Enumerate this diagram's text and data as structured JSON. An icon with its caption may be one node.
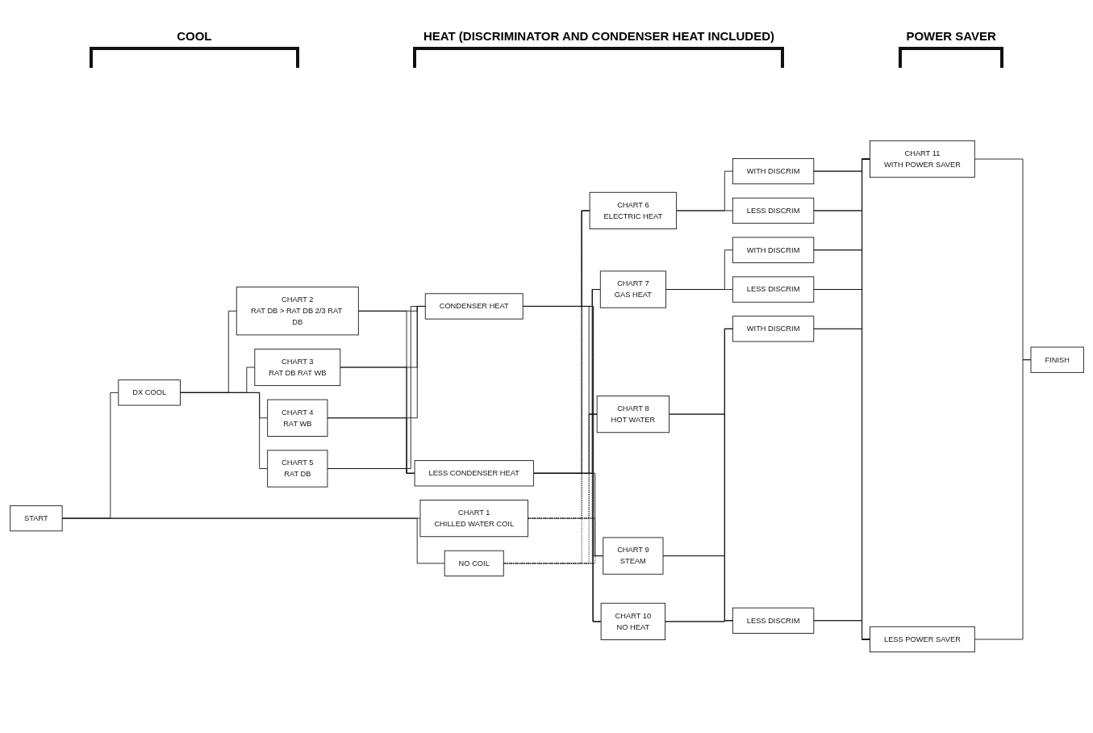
{
  "diagram": {
    "nodes": [
      {
        "text": [
          "START"
        ]
      },
      {
        "text": [
          "DX COOL"
        ]
      },
      {
        "text": [
          "CHART 2",
          "RAT DB > RAT DB 2/3 RAT DB"
        ]
      },
      {
        "text": [
          "CHART 3",
          "RAT DB RAT WB"
        ]
      },
      {
        "text": [
          "CHART 4",
          "RAT WB"
        ]
      },
      {
        "text": [
          "CHART 5",
          "RAT DB"
        ]
      },
      {
        "text": [
          "CHART 1",
          "CHILLED WATER COIL"
        ]
      },
      {
        "text": [
          "NO COIL"
        ]
      },
      {
        "text": [
          "CONDENSER HEAT"
        ]
      },
      {
        "text": [
          "LESS CONDENSER HEAT"
        ]
      },
      {
        "text": [
          "CHART 6",
          "ELECTRIC HEAT"
        ]
      },
      {
        "text": [
          "CHART 7",
          "GAS HEAT"
        ]
      },
      {
        "text": [
          "CHART 8",
          "HOT WATER"
        ]
      },
      {
        "text": [
          "CHART 9",
          "STEAM"
        ]
      },
      {
        "text": [
          "CHART 10",
          "NO HEAT"
        ]
      },
      {
        "text": [
          "WITH DISCRIM"
        ]
      },
      {
        "text": [
          "LESS DISCRIM"
        ]
      },
      {
        "text": [
          "WITH DISCRIM"
        ]
      },
      {
        "text": [
          "LESS DISCRIM"
        ]
      },
      {
        "text": [
          "WITH DISCRIM"
        ]
      },
      {
        "text": [
          "LESS DISCRIM"
        ]
      },
      {
        "text": [
          "CHART 11",
          "WITH POWER SAVER"
        ]
      },
      {
        "text": [
          "LESS POWER SAVER"
        ]
      },
      {
        "text": [
          "FINISH"
        ]
      }
    ],
    "edges": [
      {
        "from": 0,
        "to": 1,
        "arrow": "none"
      },
      {
        "from": 0,
        "to": 6,
        "arrow": "none"
      },
      {
        "from": 0,
        "to": 7,
        "arrow": "none"
      },
      {
        "from": 1,
        "to": 2,
        "arrow": "none"
      },
      {
        "from": 1,
        "to": 3,
        "arrow": "none"
      },
      {
        "from": 1,
        "to": 4,
        "arrow": "none"
      },
      {
        "from": 1,
        "to": 5,
        "arrow": "none"
      },
      {
        "from": 2,
        "to": 8,
        "arrow": "none"
      },
      {
        "from": 2,
        "to": 9,
        "arrow": "none"
      },
      {
        "from": 3,
        "to": 8,
        "arrow": "none"
      },
      {
        "from": 3,
        "to": 9,
        "arrow": "none"
      },
      {
        "from": 4,
        "to": 8,
        "arrow": "none"
      },
      {
        "from": 4,
        "to": 9,
        "arrow": "none"
      },
      {
        "from": 5,
        "to": 8,
        "arrow": "none"
      },
      {
        "from": 5,
        "to": 9,
        "arrow": "none"
      },
      {
        "from": 8,
        "to": 10,
        "arrow": "none"
      },
      {
        "from": 8,
        "to": 11,
        "arrow": "none"
      },
      {
        "from": 8,
        "to": 12,
        "arrow": "none"
      },
      {
        "from": 8,
        "to": 13,
        "arrow": "none"
      },
      {
        "from": 8,
        "to": 14,
        "arrow": "none"
      },
      {
        "from": 9,
        "to": 10,
        "arrow": "none"
      },
      {
        "from": 9,
        "to": 11,
        "arrow": "none"
      },
      {
        "from": 9,
        "to": 12,
        "arrow": "none"
      },
      {
        "from": 9,
        "to": 13,
        "arrow": "none"
      },
      {
        "from": 9,
        "to": 14,
        "arrow": "none"
      },
      {
        "from": 6,
        "to": 10,
        "arrow": "none",
        "style": "dashed"
      },
      {
        "from": 6,
        "to": 11,
        "arrow": "none",
        "style": "dashed"
      },
      {
        "from": 6,
        "to": 12,
        "arrow": "none",
        "style": "dashed"
      },
      {
        "from": 6,
        "to": 13,
        "arrow": "none",
        "style": "dashed"
      },
      {
        "from": 6,
        "to": 14,
        "arrow": "none",
        "style": "dashed"
      },
      {
        "from": 7,
        "to": 10,
        "arrow": "none",
        "style": "dashed"
      },
      {
        "from": 7,
        "to": 11,
        "arrow": "none",
        "style": "dashed"
      },
      {
        "from": 7,
        "to": 12,
        "arrow": "none",
        "style": "dashed"
      },
      {
        "from": 7,
        "to": 13,
        "arrow": "none",
        "style": "dashed"
      },
      {
        "from": 7,
        "to": 14,
        "arrow": "none",
        "style": "dashed"
      },
      {
        "from": 10,
        "to": 15,
        "arrow": "none"
      },
      {
        "from": 10,
        "to": 16,
        "arrow": "none"
      },
      {
        "from": 11,
        "to": 17,
        "arrow": "none"
      },
      {
        "from": 11,
        "to": 18,
        "arrow": "none"
      },
      {
        "from": 12,
        "to": 19,
        "arrow": "none"
      },
      {
        "from": 12,
        "to": 20,
        "arrow": "none"
      },
      {
        "from": 13,
        "to": 19,
        "arrow": "none"
      },
      {
        "from": 13,
        "to": 20,
        "arrow": "none"
      },
      {
        "from": 14,
        "to": 19,
        "arrow": "none"
      },
      {
        "from": 14,
        "to": 20,
        "arrow": "none"
      },
      {
        "from": 15,
        "to": 21,
        "arrow": "none"
      },
      {
        "from": 15,
        "to": 22,
        "arrow": "none"
      },
      {
        "from": 16,
        "to": 21,
        "arrow": "none"
      },
      {
        "from": 16,
        "to": 22,
        "arrow": "none"
      },
      {
        "from": 17,
        "to": 21,
        "arrow": "none"
      },
      {
        "from": 17,
        "to": 22,
        "arrow": "none"
      },
      {
        "from": 18,
        "to": 21,
        "arrow": "none"
      },
      {
        "from": 18,
        "to": 22,
        "arrow": "none"
      },
      {
        "from": 19,
        "to": 21,
        "arrow": "none"
      },
      {
        "from": 19,
        "to": 22,
        "arrow": "none"
      },
      {
        "from": 20,
        "to": 21,
        "arrow": "none"
      },
      {
        "from": 20,
        "to": 22,
        "arrow": "none"
      },
      {
        "from": 21,
        "to": 23,
        "arrow": "none"
      },
      {
        "from": 22,
        "to": 23,
        "arrow": "none"
      }
    ],
    "labels": [
      "COOL",
      "HEAT (DISCRIMINATOR AND CONDENSER HEAT INCLUDED)",
      "POWER SAVER"
    ]
  }
}
